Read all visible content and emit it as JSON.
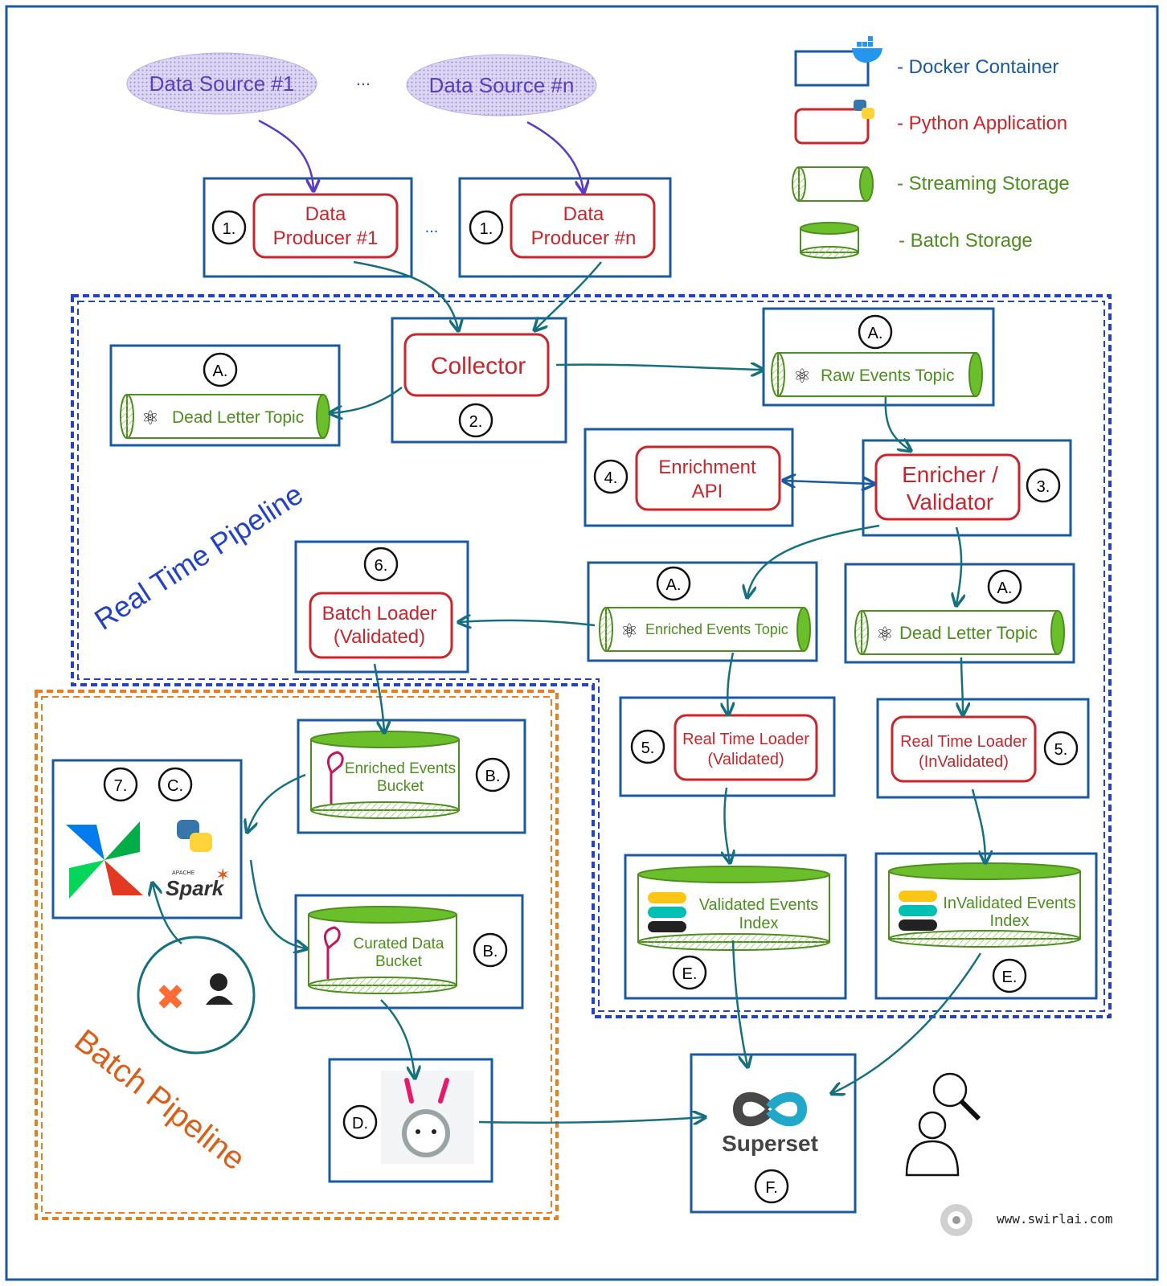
{
  "legend": {
    "docker": "- Docker Container",
    "python": "- Python Application",
    "streaming": "- Streaming Storage",
    "batch": "- Batch Storage"
  },
  "sources": {
    "source1": "Data Source #1",
    "sourcen": "Data Source #n",
    "ellipsis": "..."
  },
  "producers": {
    "p1_line1": "Data",
    "p1_line2": "Producer #1",
    "pn_line1": "Data",
    "pn_line2": "Producer #n",
    "num": "1.",
    "ellipsis": "..."
  },
  "collector": {
    "label": "Collector",
    "num": "2."
  },
  "topics": {
    "dead_letter": "Dead Letter Topic",
    "raw_events": "Raw Events Topic",
    "enriched_events": "Enriched Events Topic",
    "dead_letter_2": "Dead Letter Topic",
    "marker": "A."
  },
  "enrichment_api": {
    "line1": "Enrichment",
    "line2": "API",
    "num": "4."
  },
  "enricher": {
    "line1": "Enricher /",
    "line2": "Validator",
    "num": "3."
  },
  "batch_loader": {
    "line1": "Batch Loader",
    "line2": "(Validated)",
    "num": "6."
  },
  "rt_loader_valid": {
    "line1": "Real Time Loader",
    "line2": "(Validated)",
    "num": "5."
  },
  "rt_loader_invalid": {
    "line1": "Real Time Loader",
    "line2": "(InValidated)",
    "num": "5."
  },
  "buckets": {
    "enriched_line1": "Enriched Events",
    "enriched_line2": "Bucket",
    "curated_line1": "Curated Data",
    "curated_line2": "Bucket",
    "marker": "B."
  },
  "indexes": {
    "valid_line1": "Validated Events",
    "valid_line2": "Index",
    "invalid_line1": "InValidated Events",
    "invalid_line2": "Index",
    "marker": "E."
  },
  "orchestrator": {
    "num": "7.",
    "marker": "C.",
    "spark_small": "APACHE",
    "spark": "Spark"
  },
  "dq": {
    "marker": "D."
  },
  "superset": {
    "label": "Superset",
    "marker": "F."
  },
  "pipelines": {
    "realtime": "Real Time Pipeline",
    "batch": "Batch Pipeline"
  },
  "footer": {
    "url": "www.swirlai.com"
  },
  "colors": {
    "blue": "#1a5aa0",
    "red": "#c8262c",
    "green": "#6bbf2a",
    "orange": "#e67e22",
    "teal": "#16707f",
    "purple": "#5b3cc4"
  }
}
